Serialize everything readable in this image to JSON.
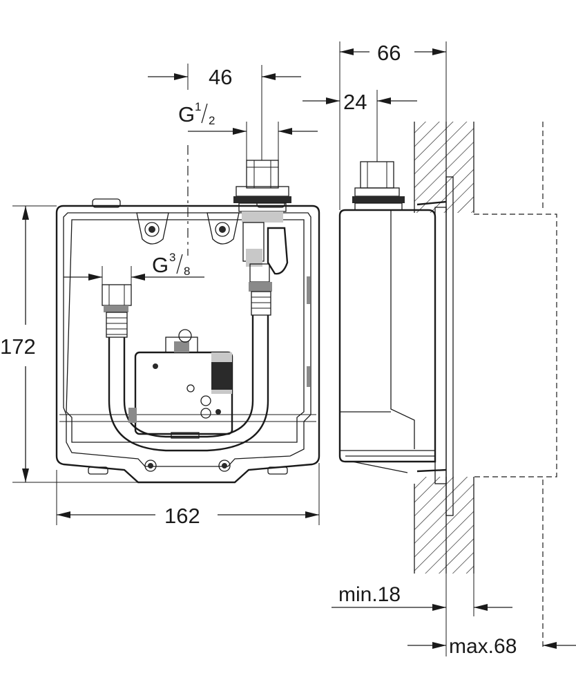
{
  "dimensions": {
    "width_front": "162",
    "height_front": "172",
    "spacing_top": "46",
    "thread_inlet_base": "G",
    "thread_inlet_num": "1",
    "thread_inlet_den": "2",
    "thread_hose_base": "G",
    "thread_hose_num": "3",
    "thread_hose_den": "8",
    "depth_total": "66",
    "depth_outlet": "24",
    "wall_min": "min.18",
    "wall_max": "max.68"
  }
}
